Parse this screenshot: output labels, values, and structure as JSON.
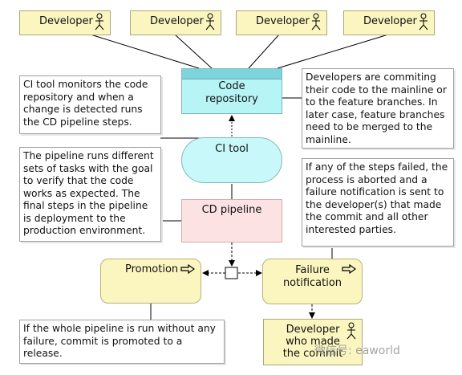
{
  "developers": [
    {
      "label": "Developer"
    },
    {
      "label": "Developer"
    },
    {
      "label": "Developer"
    },
    {
      "label": "Developer"
    }
  ],
  "repo": {
    "line1": "Code",
    "line2": "repository"
  },
  "ci_tool": {
    "label": "CI tool"
  },
  "pipeline": {
    "label": "CD pipeline"
  },
  "promotion": {
    "label": "Promotion"
  },
  "failure": {
    "line1": "Failure",
    "line2": "notification"
  },
  "dev_notified": {
    "line1": "Developer",
    "line2": "who made",
    "line3": "the commit"
  },
  "notes": {
    "ci_monitor": [
      "CI tool monitors the code",
      "repository and when a",
      "change is detected runs",
      "the CD pipeline steps."
    ],
    "committing": [
      "Developers are commiting",
      "their code to the mainline or",
      "to the feature branches. In",
      "later case, feature branches",
      "need to be merged to the",
      "mainline."
    ],
    "pipeline_desc": [
      "The pipeline runs different",
      "sets of tasks with the goal",
      "to verify that the code",
      "works as expected. The",
      "final steps in the pipeline",
      "is deployment to the",
      "production environment."
    ],
    "failure_desc": [
      "If any of the steps failed, the",
      "process is aborted and a",
      "failure notification is sent to",
      "the developer(s) that made",
      "the commit and all other",
      "interested parties."
    ],
    "promotion_desc": [
      "If the whole pipeline is run without any",
      "failure, commit is promoted to a",
      "release."
    ]
  },
  "watermark": "微信号: eaworld",
  "colors": {
    "developer_fill": "#fbf6c0",
    "repo_fill": "#b7f4f6",
    "ci_fill": "#c8f8fa",
    "pipeline_fill": "#fde2e3",
    "note_fill": "#ffffff"
  }
}
